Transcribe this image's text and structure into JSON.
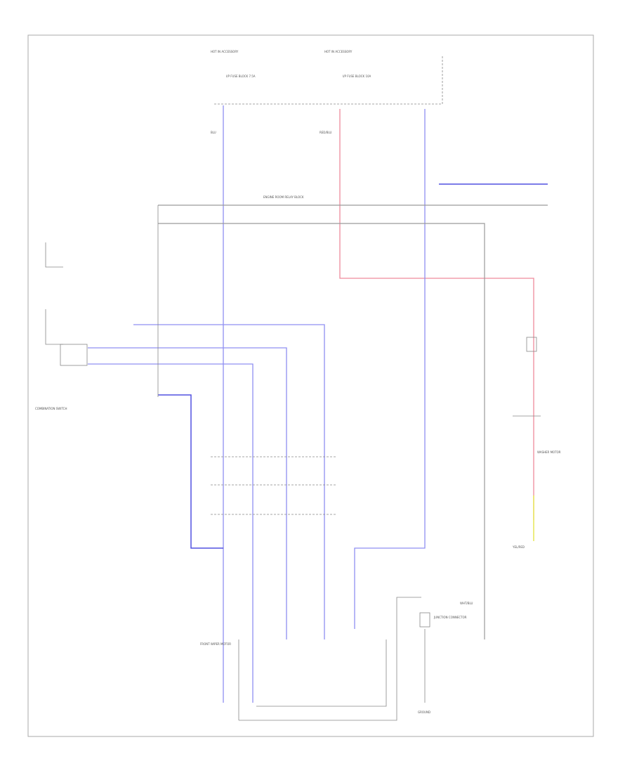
{
  "diagram": {
    "footer_code": "",
    "labels": {
      "top_hot1": "HOT IN ACCESSORY",
      "top_hot2": "HOT IN ACCESSORY",
      "fuse_left": "I/P FUSE BLOCK 7.5A",
      "fuse_mid": "I/P FUSE BLOCK 10A",
      "engine_block": "ENGINE ROOM RELAY BLOCK",
      "combination_switch": "COMBINATION SWITCH",
      "front_wiper_motor": "FRONT WIPER MOTOR",
      "junction_connector": "JUNCTION CONNECTOR",
      "washer_motor": "WASHER MOTOR",
      "ground": "GROUND",
      "wire_blu": "BLU",
      "wire_red": "RED/BLU",
      "wire_yel": "YEL/RED",
      "wire_wht": "WHT/BLU"
    }
  }
}
